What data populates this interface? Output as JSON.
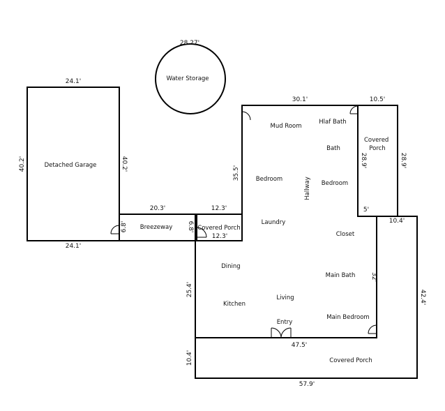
{
  "rooms": {
    "water_storage": "Water Storage",
    "detached_garage": "Detached Garage",
    "breezeway": "Breezeway",
    "covered_porch_small": "Covered Porch",
    "mud_room": "Mud Room",
    "half_bath": "Hlaf Bath",
    "bath": "Bath",
    "covered_porch_right": "Covered\nPorch",
    "bedroom_1": "Bedroom",
    "hallway": "Hallway",
    "bedroom_2": "Bedroom",
    "laundry": "Laundry",
    "closet": "Closet",
    "dining": "Dining",
    "main_bath": "Main Bath",
    "living": "Living",
    "kitchen": "Kitchen",
    "entry": "Entry",
    "main_bedroom": "Main Bedroom",
    "covered_porch_bottom": "Covered Porch"
  },
  "dimensions": {
    "water_storage_diameter": "28.27'",
    "garage_top": "24.1'",
    "garage_left": "40.2'",
    "garage_right": "40.2'",
    "garage_bottom": "24.1'",
    "breezeway_top": "20.3'",
    "breezeway_left": "6.8'",
    "breezeway_right": "6.8'",
    "porch_small_top": "12.3'",
    "porch_small_bottom": "12.3'",
    "house_top": "30.1'",
    "house_left_upper": "35.5'",
    "porch_right_top": "10.5'",
    "porch_right_left": "28.9'",
    "porch_right_right": "28.9'",
    "porch_right_bottom": "5'",
    "right_wing_top": "10.4'",
    "right_wing_inner": "32'",
    "right_outer": "42.4'",
    "house_left_lower": "25.4'",
    "house_bottom": "47.5'",
    "porch_bottom_left": "10.4'",
    "porch_bottom_bottom": "57.9'"
  }
}
